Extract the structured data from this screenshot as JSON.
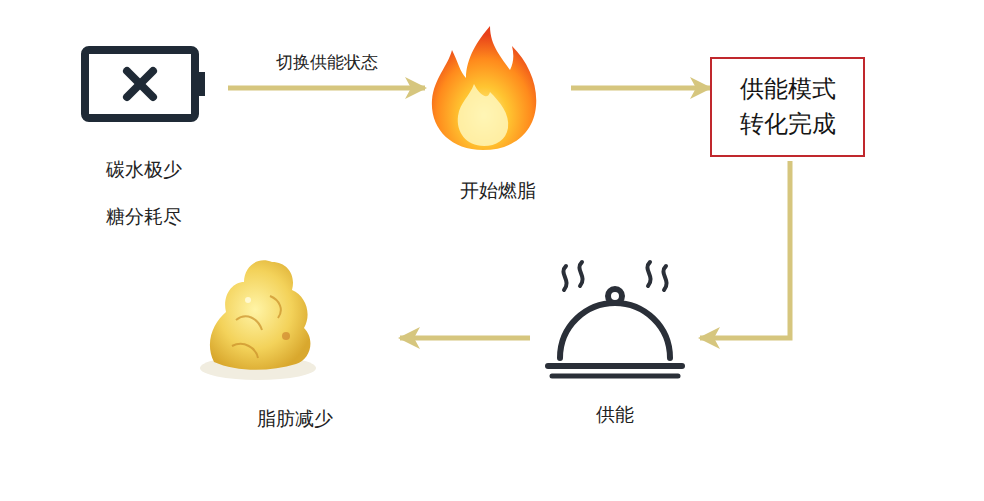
{
  "diagram": {
    "nodes": [
      {
        "text": [
          "碳水极少 糖分耗尽"
        ]
      },
      {
        "text": [
          "开始燃脂"
        ]
      },
      {
        "text": [
          "供能模式 转化完成"
        ]
      },
      {
        "text": [
          "供能"
        ]
      },
      {
        "text": [
          "脂肪减少"
        ]
      }
    ],
    "edges": [
      {
        "from": 0,
        "to": 1,
        "label": "切换供能状态",
        "arrow": "to"
      },
      {
        "from": 1,
        "to": 2,
        "arrow": "to"
      },
      {
        "from": 2,
        "to": 3,
        "arrow": "to"
      },
      {
        "from": 3,
        "to": 4,
        "arrow": "to"
      }
    ]
  }
}
